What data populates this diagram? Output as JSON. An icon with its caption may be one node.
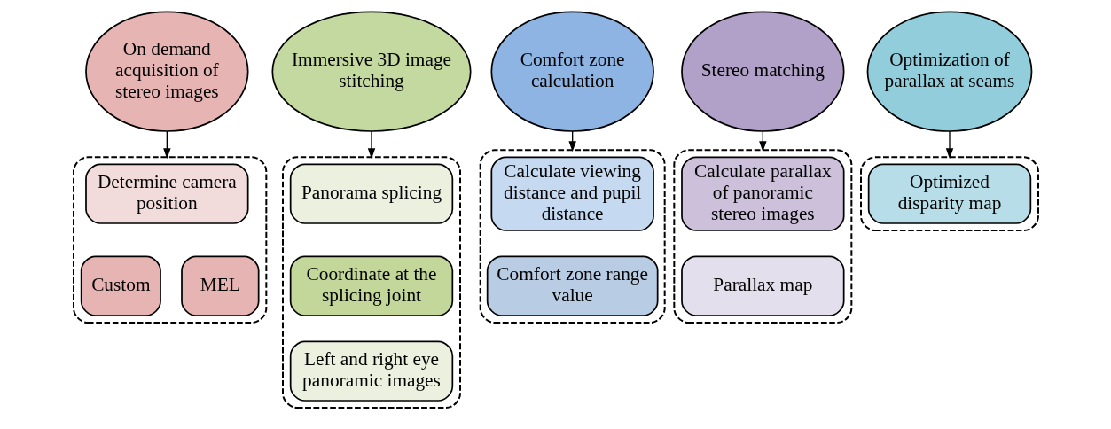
{
  "diagram": {
    "nodes": [
      {
        "text": [
          "On demand acquisition of stereo images"
        ]
      },
      {
        "text": [],
        "shape": "box"
      },
      {
        "text": [
          "Determine camera position"
        ],
        "in": 1
      },
      {
        "text": [
          "Custom"
        ],
        "in": 1
      },
      {
        "text": [
          "MEL"
        ],
        "in": 1
      },
      {
        "text": [
          "Immersive 3D image stitching"
        ]
      },
      {
        "text": [],
        "shape": "box"
      },
      {
        "text": [
          "Panorama splicing"
        ],
        "in": 6
      },
      {
        "text": [
          "Coordinate at the splicing joint"
        ],
        "in": 6
      },
      {
        "text": [
          "Left and right eye panoramic images"
        ],
        "in": 6
      },
      {
        "text": [
          "Comfort zone calculation"
        ]
      },
      {
        "text": [],
        "shape": "box"
      },
      {
        "text": [
          "Calculate viewing distance and pupil distance"
        ],
        "in": 11
      },
      {
        "text": [
          "Comfort zone range value"
        ],
        "in": 11
      },
      {
        "text": [
          "Stereo matching"
        ]
      },
      {
        "text": [],
        "shape": "box"
      },
      {
        "text": [
          "Calculate parallax of panoramic stereo images"
        ],
        "in": 15
      },
      {
        "text": [
          "Parallax map"
        ],
        "in": 15
      },
      {
        "text": [
          "Optimization of parallax at seams"
        ]
      },
      {
        "text": [],
        "shape": "box"
      },
      {
        "text": [
          "Optimized disparity map"
        ],
        "in": 19
      }
    ],
    "edges": [
      {
        "from": 0,
        "to": 1,
        "arrow": "to"
      },
      {
        "from": 5,
        "to": 6,
        "arrow": "to"
      },
      {
        "from": 10,
        "to": 11,
        "arrow": "to"
      },
      {
        "from": 14,
        "to": 15,
        "arrow": "to"
      },
      {
        "from": 18,
        "to": 19,
        "arrow": "to"
      }
    ]
  }
}
